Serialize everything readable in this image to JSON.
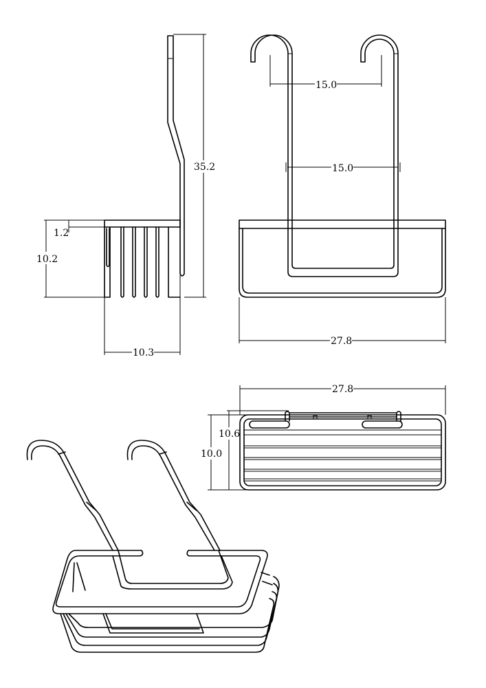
{
  "side_view": {
    "height_label": "35.2",
    "rim_label": "1.2",
    "basket_height_label": "10.2",
    "depth_label": "10.3"
  },
  "front_view": {
    "hook_spacing_top_label": "15.0",
    "hook_spacing_mid_label": "15.0",
    "width_label": "27.8"
  },
  "top_view": {
    "width_label": "27.8",
    "depth_outer_label": "10.6",
    "depth_inner_label": "10.0"
  },
  "colors": {
    "line": "#000000",
    "background": "#ffffff"
  }
}
